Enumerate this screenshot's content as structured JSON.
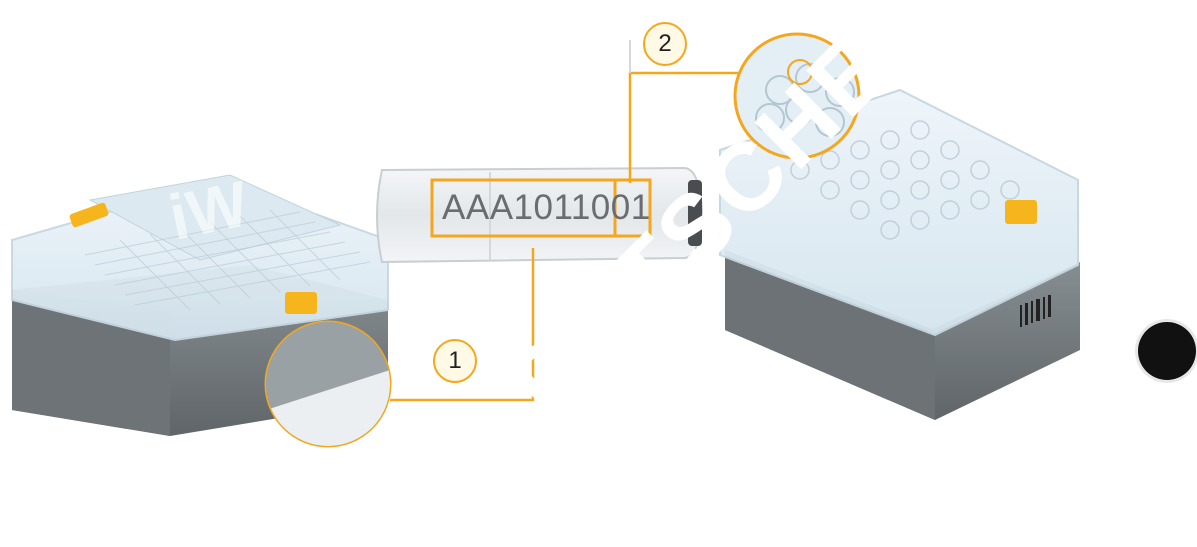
{
  "tube": {
    "code": "AAA1011001"
  },
  "callouts": [
    {
      "number": "1"
    },
    {
      "number": "2"
    }
  ],
  "watermark": {
    "text": "DUTSCHE"
  },
  "colors": {
    "accent": "#f4a71d",
    "rack_base": "#767c7f",
    "lid": "#e6f1f8",
    "tab": "#f6b51c"
  },
  "icons": [
    "datamatrix-code-icon",
    "barcode-icon"
  ]
}
